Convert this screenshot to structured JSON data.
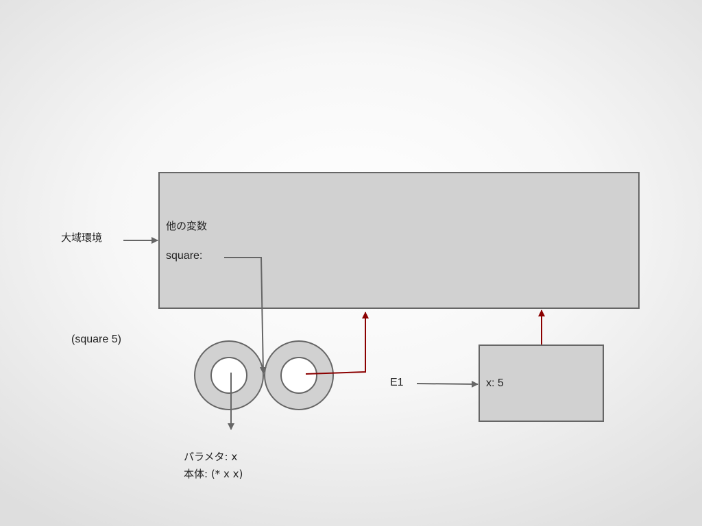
{
  "global_env": {
    "pointer_label": "大域環境",
    "vars_label": "他の変数",
    "square_label": "square:"
  },
  "call_expression": "(square 5)",
  "procedure": {
    "params_line": "パラメタ: x",
    "body_line": "本体: (* x x)"
  },
  "env_e1": {
    "pointer_label": "E1",
    "binding_label": "x: 5"
  },
  "colors": {
    "frame_fill": "#d1d1d1",
    "frame_stroke": "#666666",
    "gray_arrow": "#666666",
    "red_arrow": "#8b0000"
  }
}
